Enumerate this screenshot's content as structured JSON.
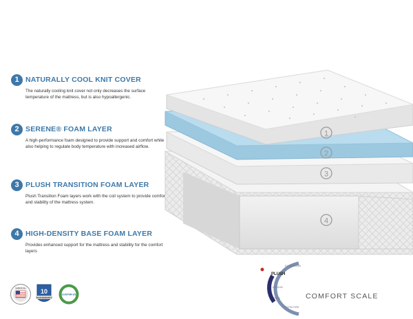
{
  "layers": [
    {
      "number": "1",
      "title": "NATURALLY COOL KNIT COVER",
      "description": "The naturally cooling knit cover not only decreases the surface temperature of the mattress, but is also hypoallergenic."
    },
    {
      "number": "2",
      "title": "SERENE® FOAM LAYER",
      "description": "A high-performance foam designed to provide support and comfort while also helping to regulate body temperature with increased airflow."
    },
    {
      "number": "3",
      "title": "PLUSH TRANSITION FOAM LAYER",
      "description": "Plush Transition Foam layers work with the coil system to provide comfort and stability of the mattress system."
    },
    {
      "number": "4",
      "title": "HIGH-DENSITY BASE FOAM LAYER",
      "description": "Provides enhanced support for the mattress and stability for the comfort layers"
    }
  ],
  "diagram_markers": [
    "1",
    "2",
    "3",
    "4"
  ],
  "comfort_scale": {
    "label": "COMFORT SCALE",
    "selected": "PLUSH",
    "levels": [
      "EXTRA PLUSH",
      "PLUSH",
      "MEDIUM",
      "FIRM",
      "EXTRA FIRM"
    ]
  },
  "badges": {
    "usa": "MADE IN USA",
    "warranty_years": "10",
    "warranty_label": "YEAR WARRANTY",
    "certipur": "CertiPUR-US"
  },
  "colors": {
    "accent": "#3d78a8",
    "gel": "#a9d3e8",
    "fabric": "#ededed"
  }
}
